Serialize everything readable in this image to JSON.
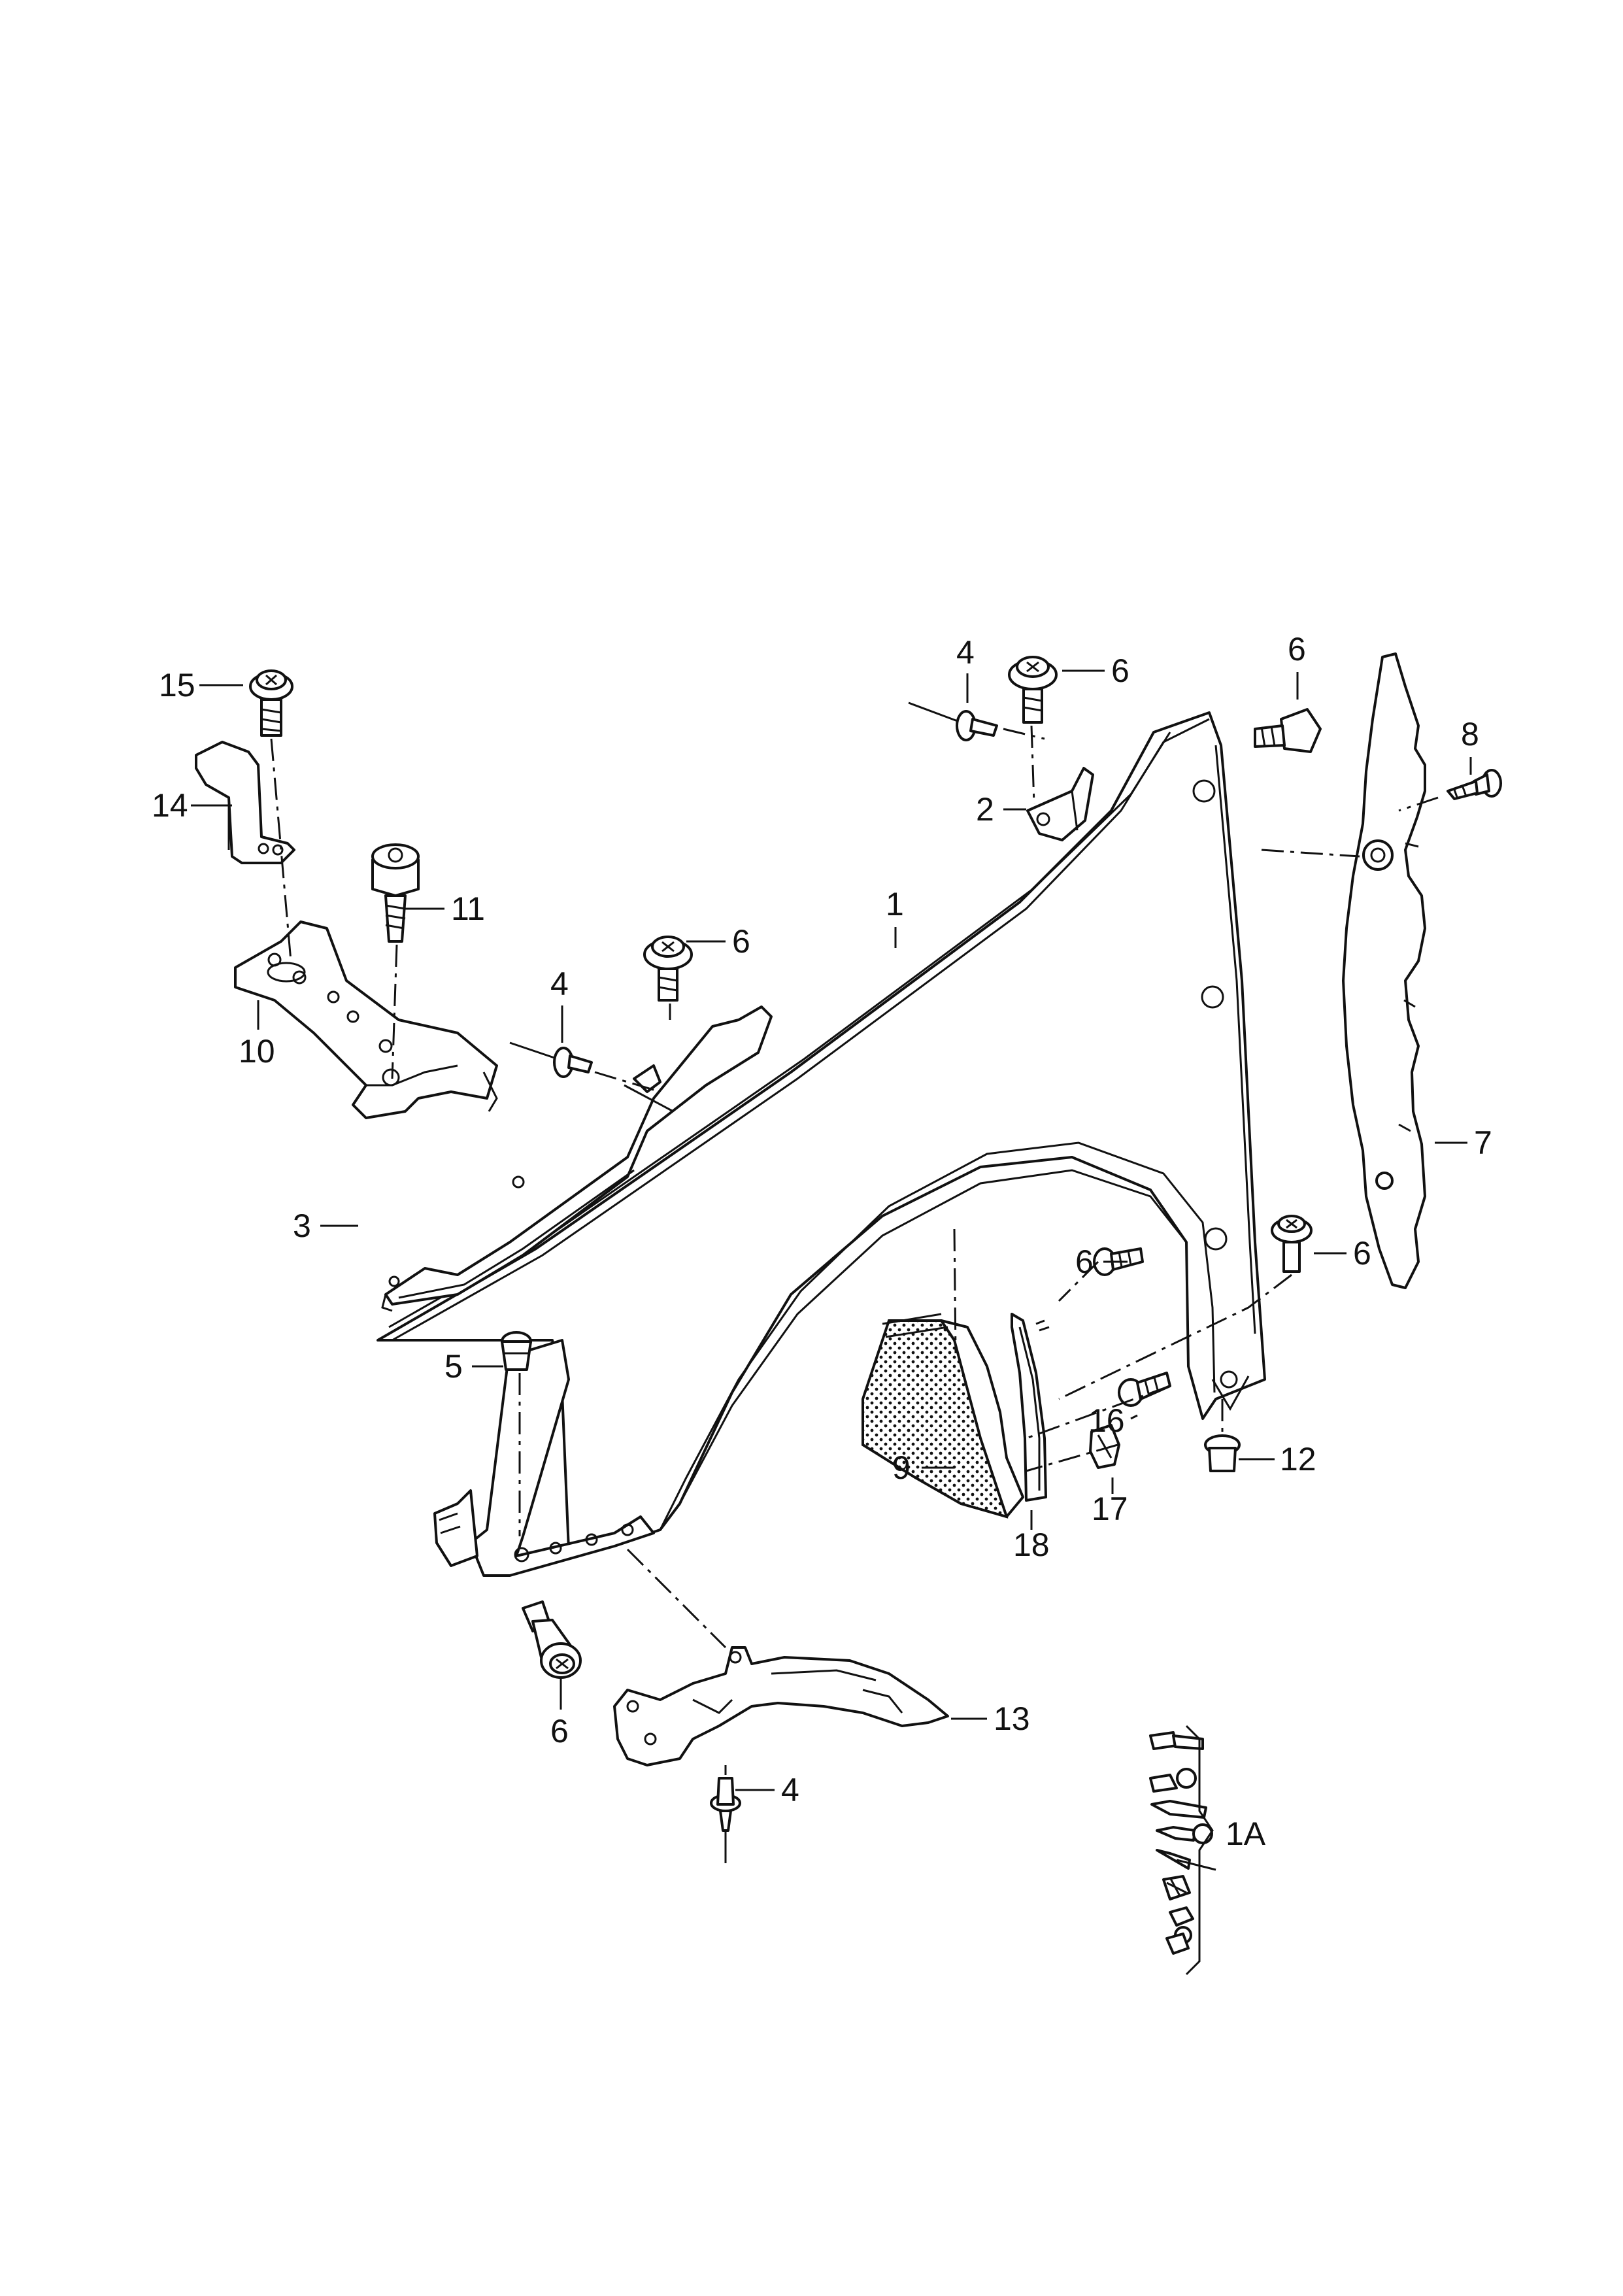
{
  "callouts": [
    {
      "id": "c1",
      "text": "1"
    },
    {
      "id": "c2",
      "text": "2"
    },
    {
      "id": "c3",
      "text": "3"
    },
    {
      "id": "c4a",
      "text": "4"
    },
    {
      "id": "c4b",
      "text": "4"
    },
    {
      "id": "c4c",
      "text": "4"
    },
    {
      "id": "c5",
      "text": "5"
    },
    {
      "id": "c6a",
      "text": "6"
    },
    {
      "id": "c6b",
      "text": "6"
    },
    {
      "id": "c6c",
      "text": "6"
    },
    {
      "id": "c6d",
      "text": "6"
    },
    {
      "id": "c6e",
      "text": "6"
    },
    {
      "id": "c6f",
      "text": "6"
    },
    {
      "id": "c7",
      "text": "7"
    },
    {
      "id": "c8",
      "text": "8"
    },
    {
      "id": "c9",
      "text": "9"
    },
    {
      "id": "c10",
      "text": "10"
    },
    {
      "id": "c11",
      "text": "11"
    },
    {
      "id": "c12",
      "text": "12"
    },
    {
      "id": "c13",
      "text": "13"
    },
    {
      "id": "c14",
      "text": "14"
    },
    {
      "id": "c15",
      "text": "15"
    },
    {
      "id": "c16",
      "text": "16"
    },
    {
      "id": "c17",
      "text": "17"
    },
    {
      "id": "c18",
      "text": "18"
    },
    {
      "id": "c1A",
      "text": "1A"
    }
  ]
}
